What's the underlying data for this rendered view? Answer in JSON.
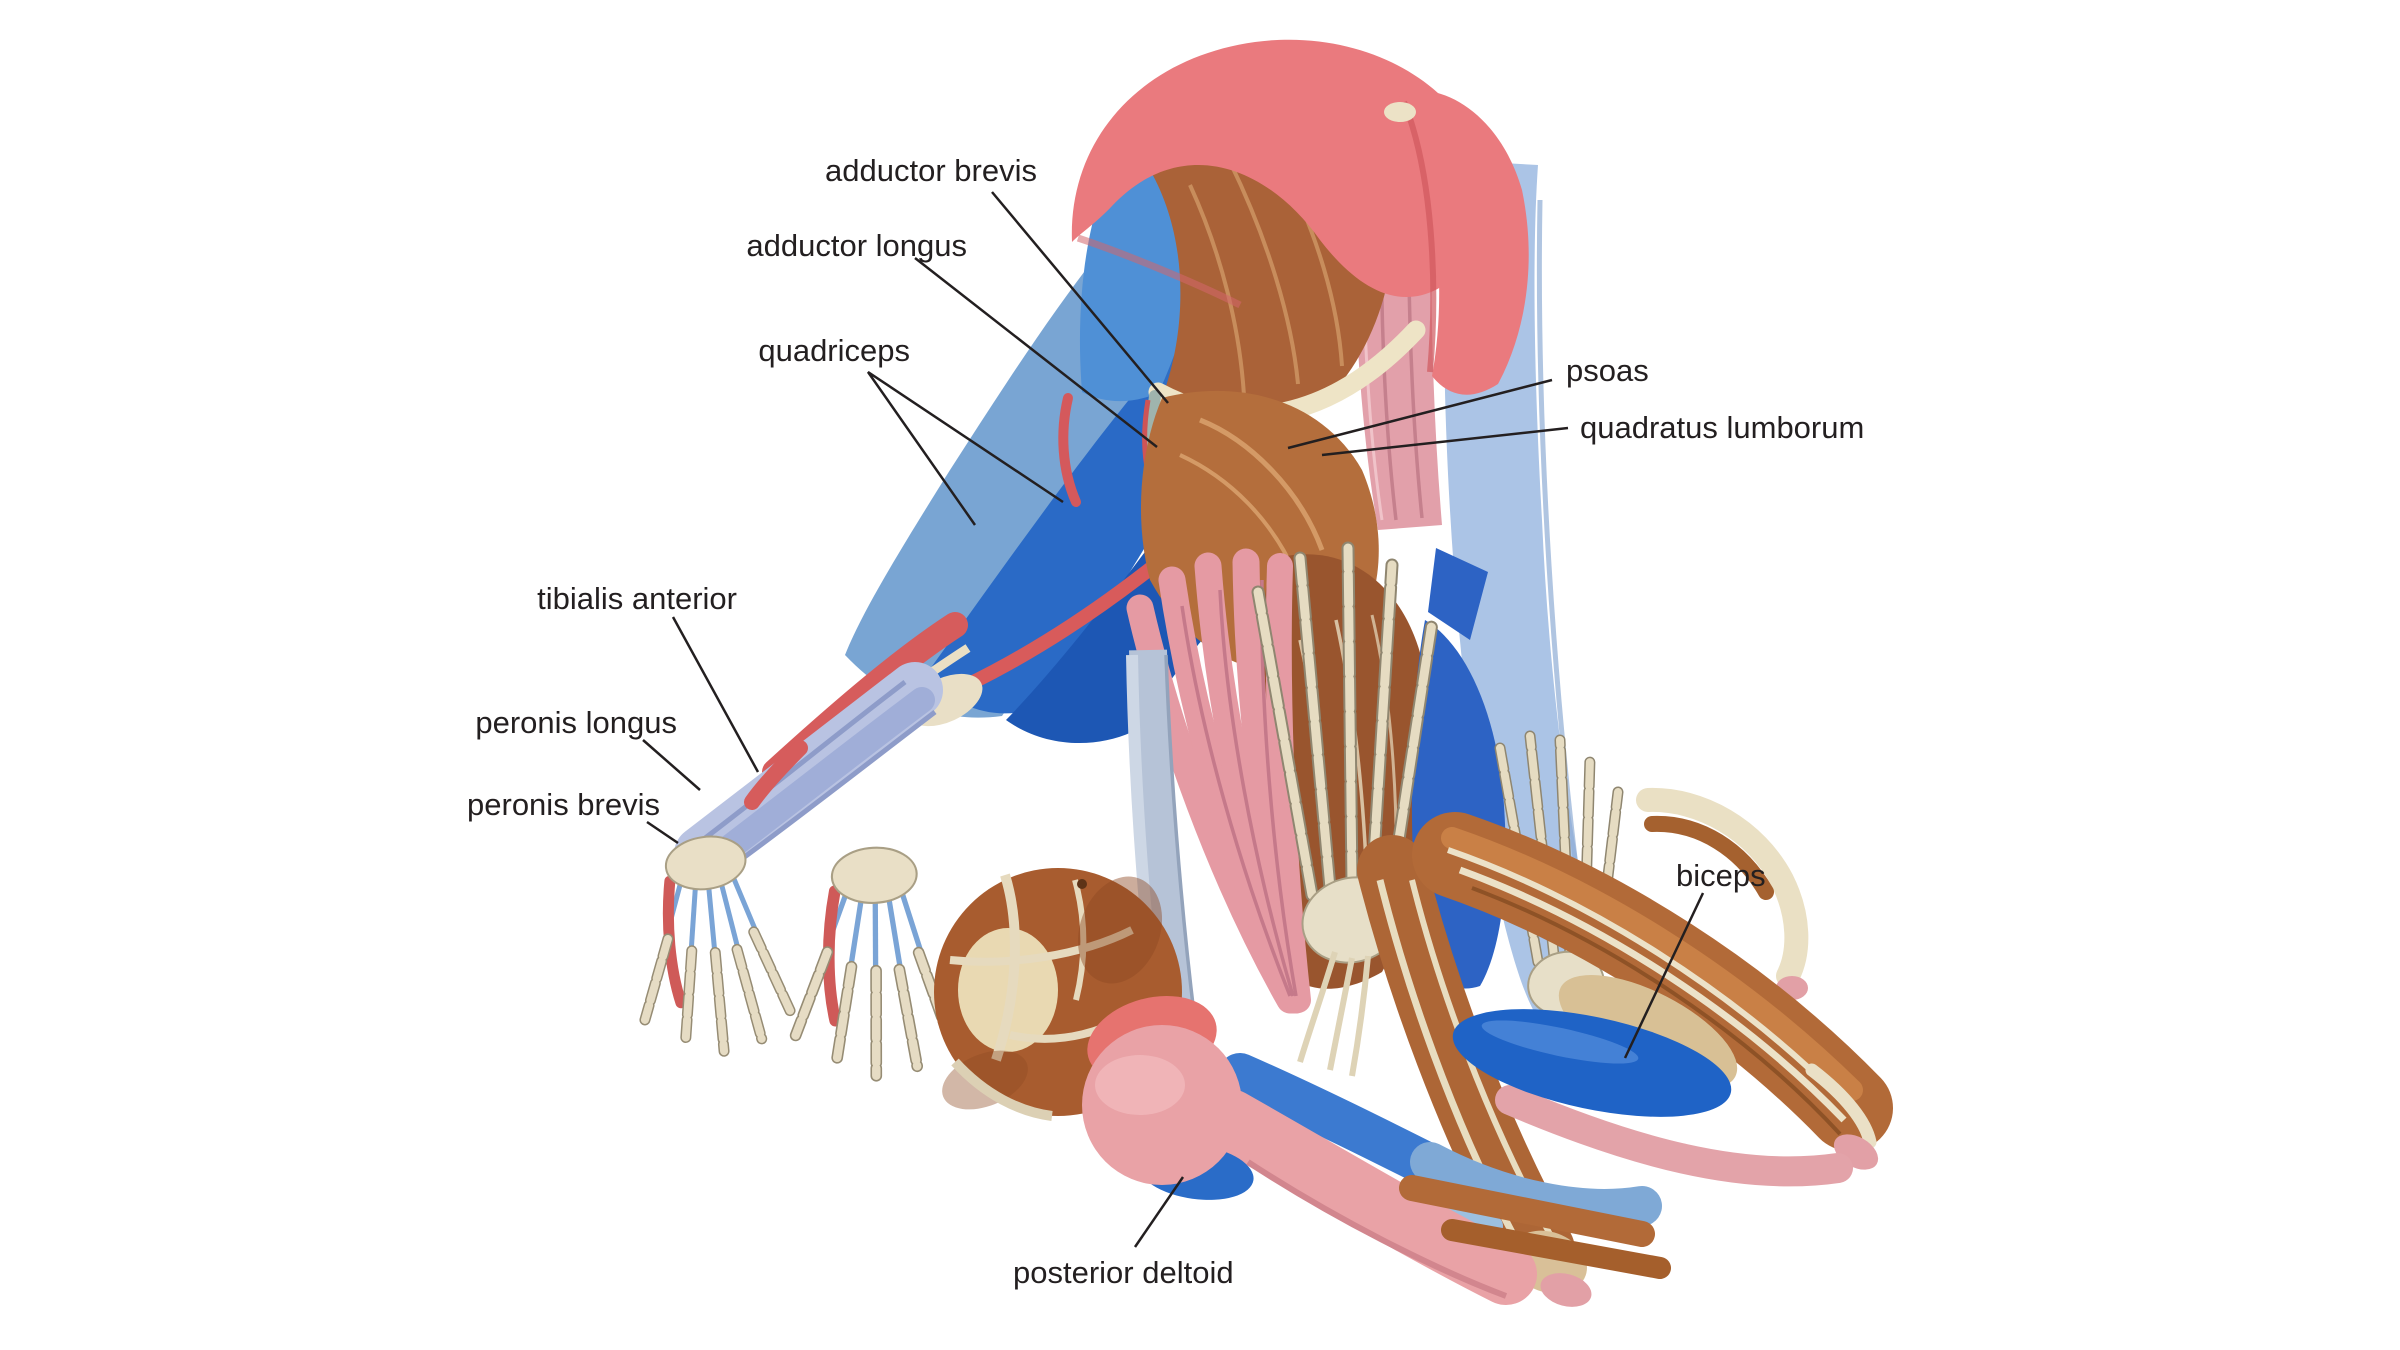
{
  "figure": {
    "kind": "anatomical-muscle-diagram",
    "description": "3D muscular anatomy figure in deep forward-fold yoga pose, labeled",
    "background": "#ffffff"
  },
  "palette": {
    "label_text": "#231f20",
    "leader_line": "#231f20",
    "muscle_red": "#ea7a7e",
    "muscle_salmon": "#e6736f",
    "muscle_pink": "#e9a2a6",
    "muscle_rose_strip": "#e2a0aa",
    "muscle_blue_dark": "#1f63c6",
    "muscle_blue_mid": "#2a6ac6",
    "muscle_blue_steel": "#79a5d3",
    "muscle_blue_light": "#abc4e6",
    "muscle_lavender": "#b9c3e2",
    "muscle_brown": "#b26a38",
    "muscle_brown_deep": "#99552e",
    "bone_cream": "#e9dfc6",
    "tendon_tan": "#d8c095"
  },
  "labels": [
    {
      "id": "adductor-brevis",
      "text": "adductor brevis"
    },
    {
      "id": "adductor-longus",
      "text": "adductor longus"
    },
    {
      "id": "quadriceps",
      "text": "quadriceps"
    },
    {
      "id": "tibialis-anterior",
      "text": "tibialis anterior"
    },
    {
      "id": "peronis-longus",
      "text": "peronis longus"
    },
    {
      "id": "peronis-brevis",
      "text": "peronis brevis"
    },
    {
      "id": "psoas",
      "text": "psoas"
    },
    {
      "id": "quadratus-lumborum",
      "text": "quadratus lumborum"
    },
    {
      "id": "biceps",
      "text": "biceps"
    },
    {
      "id": "posterior-deltoid",
      "text": "posterior deltoid"
    }
  ]
}
